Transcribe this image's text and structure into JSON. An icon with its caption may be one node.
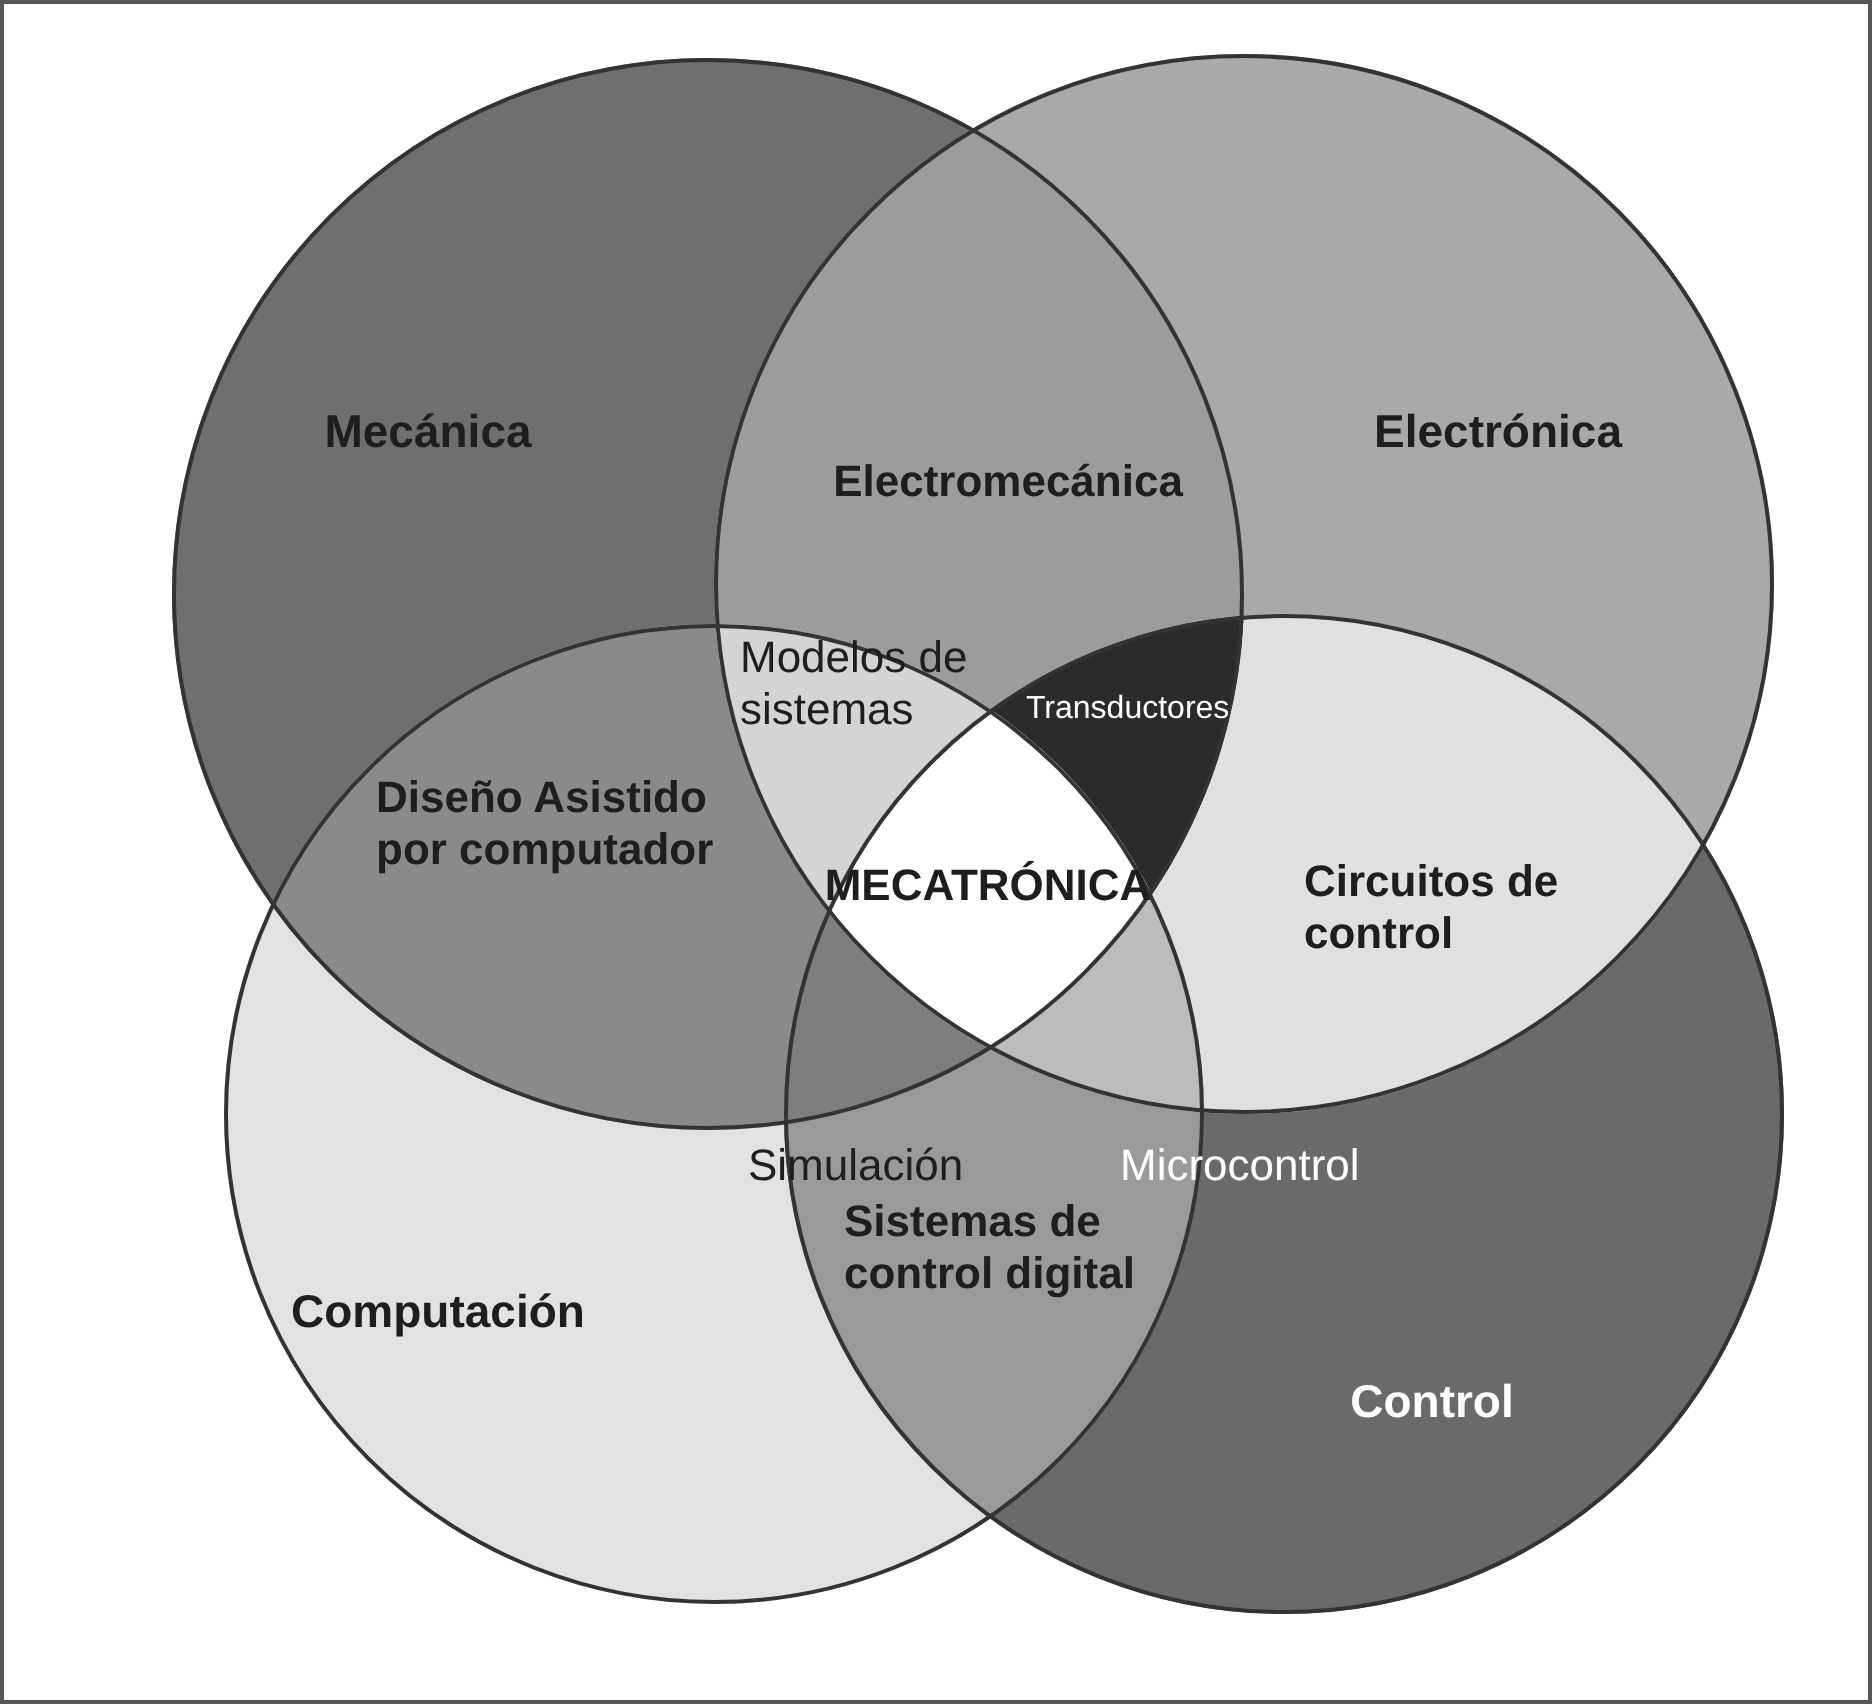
{
  "diagram": {
    "nodes": [
      {
        "text": [
          "Mecánica"
        ]
      },
      {
        "text": [
          "Electrónica"
        ]
      },
      {
        "text": [
          "Computación"
        ]
      },
      {
        "text": [
          "Control"
        ]
      }
    ],
    "labels": [
      "Electromecánica",
      "Modelos de sistemas",
      "Transductores",
      "Diseño Asistido por computador",
      "MECATRÓNICA",
      "Circuitos de control",
      "Simulación",
      "Microcontrol",
      "Sistemas de control digital"
    ]
  }
}
